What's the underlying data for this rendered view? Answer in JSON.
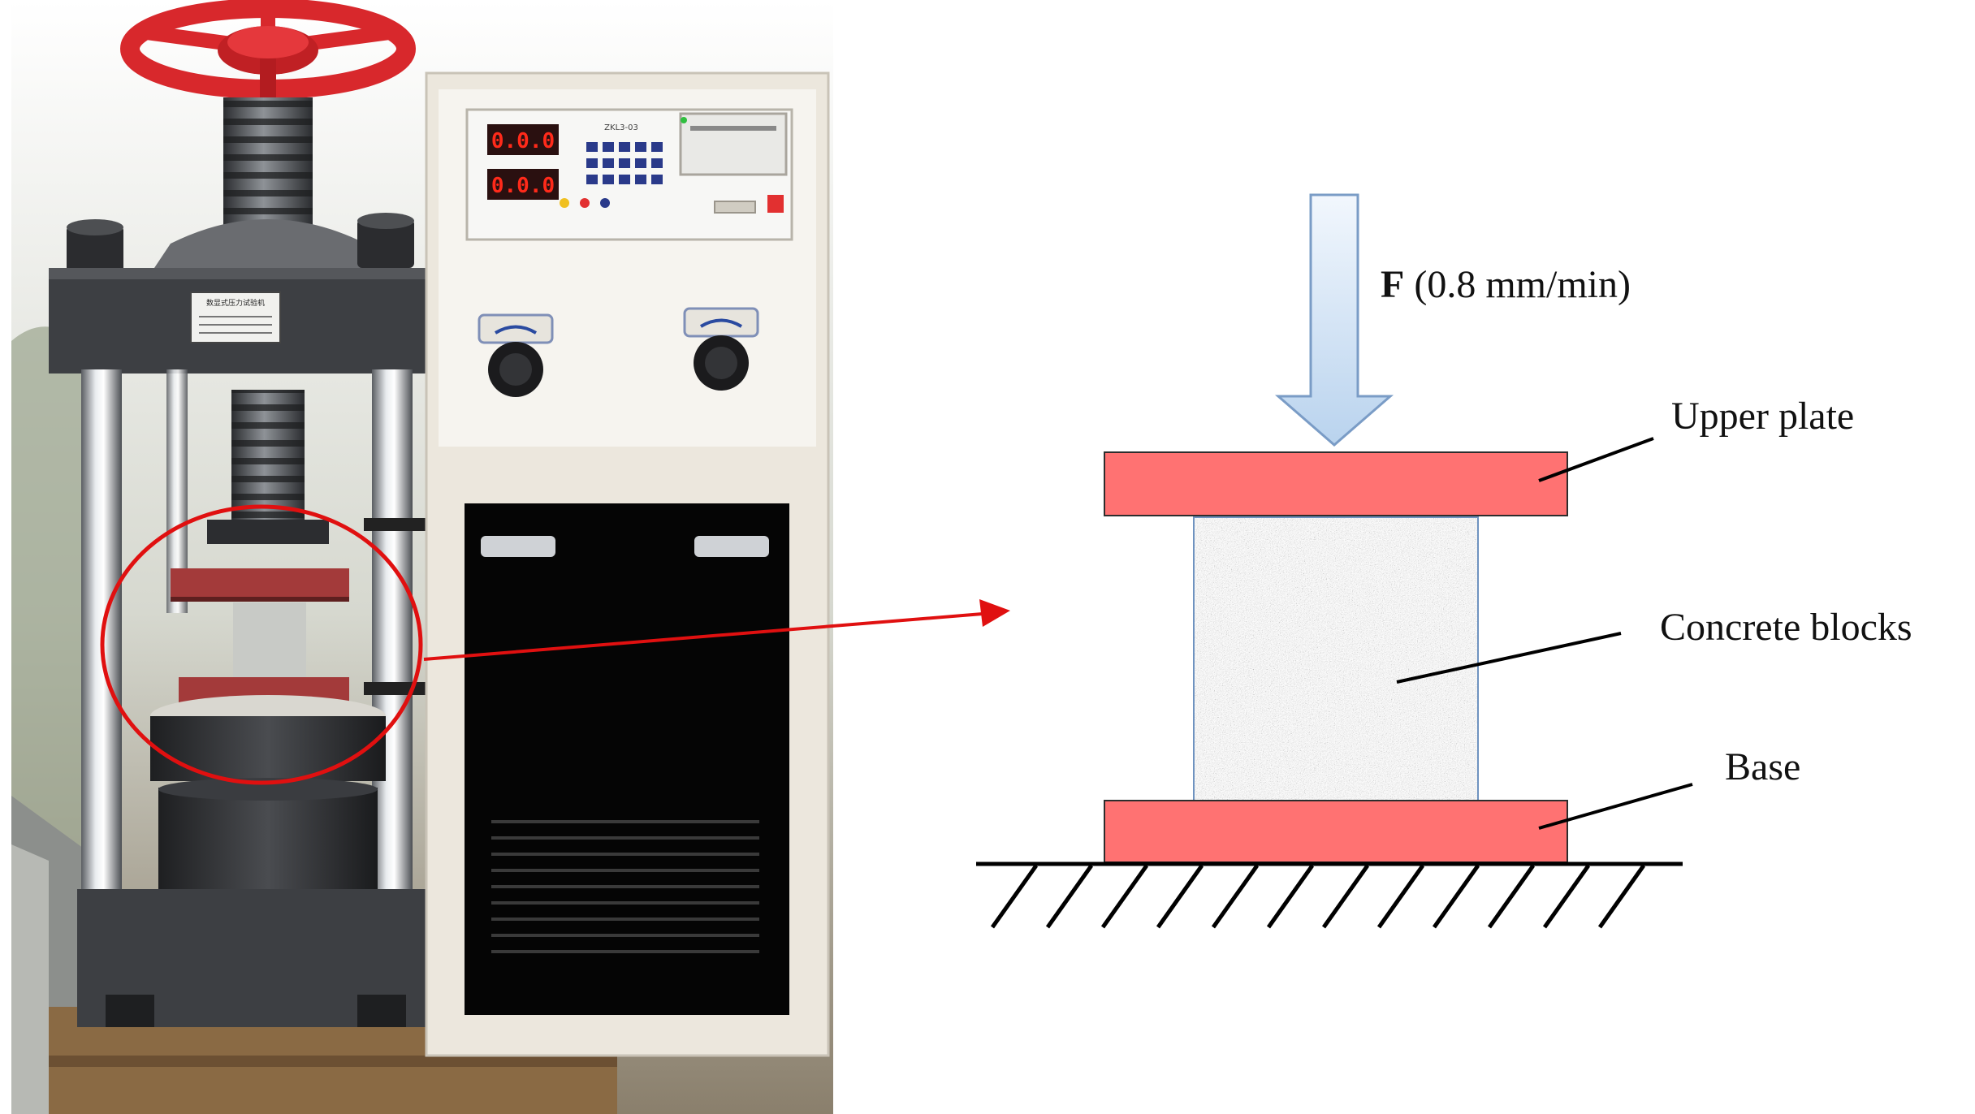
{
  "photo": {
    "display_top_value": "0.0.0",
    "display_bottom_value": "0.0.0",
    "panel_model": "ZKL3-03",
    "nameplate_title": "数显式压力试验机"
  },
  "diagram": {
    "force_symbol": "F",
    "force_rate": " (0.8 mm/min)",
    "labels": {
      "upper_plate": "Upper plate",
      "concrete_blocks": "Concrete blocks",
      "base": "Base"
    }
  },
  "colors": {
    "plate": "#ff7272",
    "arrow_fill_top": "#f2f7fd",
    "arrow_fill_bottom": "#b9d3ee",
    "arrow_stroke": "#7a9cc6",
    "callout_arrow": "#e01010",
    "machine_frame": "#3d3f43",
    "handwheel": "#d8282c",
    "cabinet": "#ece7dd",
    "led": "#ff2a1a"
  },
  "icons": [
    "handwheel-icon",
    "control-knob-icon",
    "emergency-stop-icon",
    "keypad-icon"
  ]
}
